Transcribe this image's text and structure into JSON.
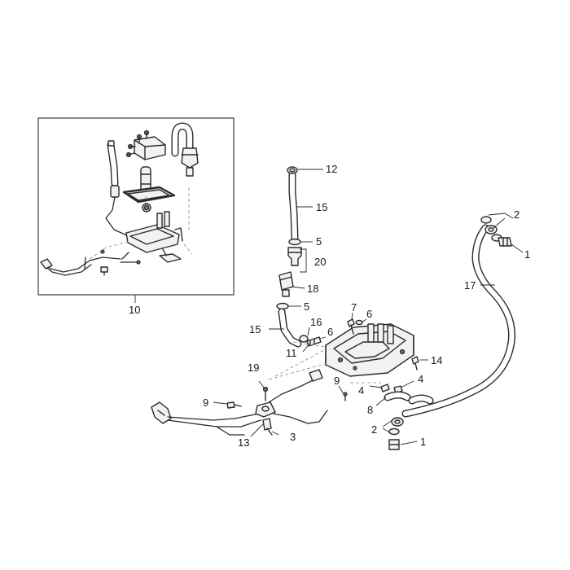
{
  "diagram": {
    "callouts": {
      "c1_top": "1",
      "c1_bottom": "1",
      "c2_top": "2",
      "c2_bottom": "2",
      "c3": "3",
      "c4_left": "4",
      "c4_right": "4",
      "c5_top": "5",
      "c5_bottom": "5",
      "c6_top": "6",
      "c6_mid": "6",
      "c7": "7",
      "c8": "8",
      "c9_left": "9",
      "c9_mid": "9",
      "c10": "10",
      "c11": "11",
      "c12": "12",
      "c13": "13",
      "c14": "14",
      "c15_top": "15",
      "c15_bottom": "15",
      "c16": "16",
      "c17": "17",
      "c18": "18",
      "c19": "19",
      "c20": "20"
    }
  }
}
